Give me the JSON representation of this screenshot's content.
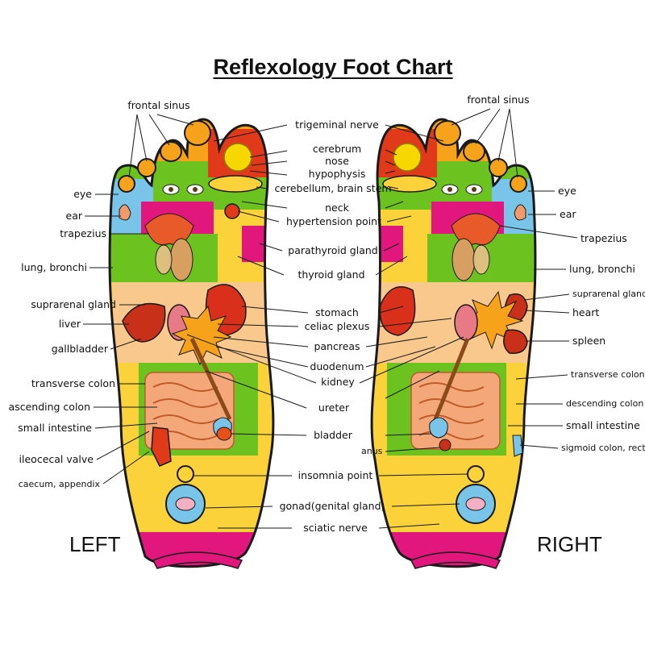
{
  "title": "Reflexology Foot Chart",
  "sides": {
    "left": "LEFT",
    "right": "RIGHT"
  },
  "labels": {
    "left": [
      "frontal sinus",
      "eye",
      "ear",
      "trapezius",
      "lung, bronchi",
      "suprarenal gland",
      "liver",
      "gallbladder",
      "transverse colon",
      "ascending colon",
      "small intestine",
      "ileocecal valve",
      "caecum, appendix"
    ],
    "center": [
      "trigeminal nerve",
      "cerebrum",
      "nose",
      "hypophysis",
      "cerebellum, brain stem",
      "neck",
      "hypertension point",
      "parathyroid gland",
      "thyroid gland",
      "stomach",
      "celiac plexus",
      "pancreas",
      "duodenum",
      "kidney",
      "ureter",
      "bladder",
      "anus",
      "insomnia point",
      "gonad(genital gland)",
      "sciatic nerve"
    ],
    "right": [
      "frontal sinus",
      "eye",
      "ear",
      "trapezius",
      "lung, bronchi",
      "suprarenal gland",
      "heart",
      "spleen",
      "transverse colon",
      "descending colon",
      "small intestine",
      "sigmoid colon, rectum"
    ]
  },
  "colors": {
    "outline": "#1a1a1a",
    "yellow": "#fbd23a",
    "orange": "#f7a21b",
    "green": "#6cc21e",
    "blue": "#79c5ea",
    "magenta": "#e2177e",
    "red": "#e13a1a",
    "skin": "#f9c88d"
  }
}
